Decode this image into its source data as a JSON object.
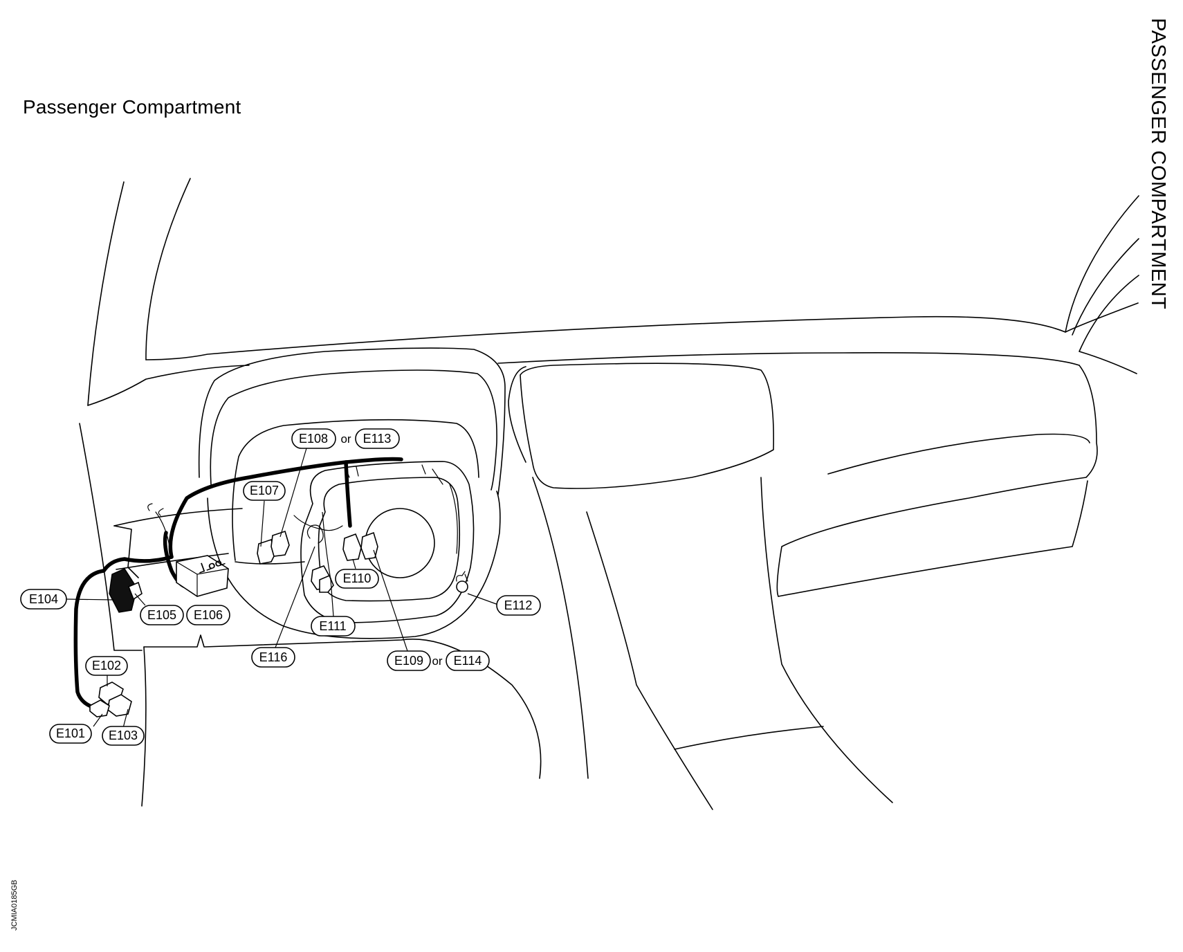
{
  "title": "Passenger Compartment",
  "side_title": "PASSENGER COMPARTMENT",
  "figure_code": "JCMIA0185GB",
  "or_word": "or",
  "connectors": {
    "e101": "E101",
    "e102": "E102",
    "e103": "E103",
    "e104": "E104",
    "e105": "E105",
    "e106": "E106",
    "e107": "E107",
    "e108": "E108",
    "e109": "E109",
    "e110": "E110",
    "e111": "E111",
    "e112": "E112",
    "e113": "E113",
    "e114": "E114",
    "e116": "E116"
  }
}
